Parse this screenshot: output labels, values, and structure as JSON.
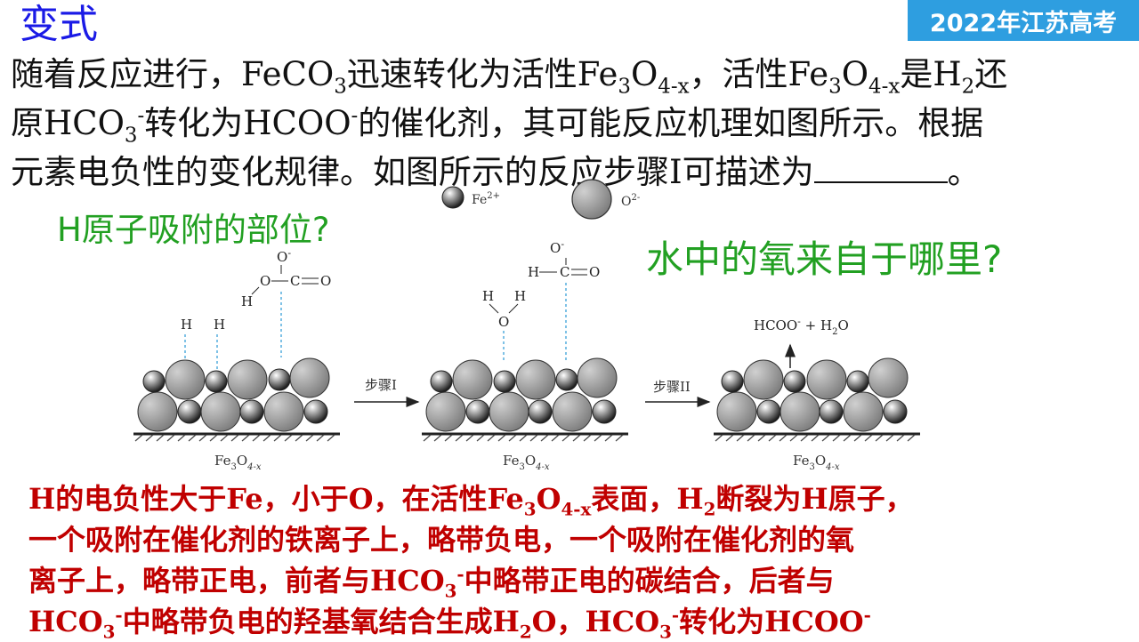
{
  "title": "变式",
  "badge": "2022年江苏高考",
  "question": {
    "l1_a": "随着反应进行，FeCO",
    "l1_b": "3",
    "l1_c": "迅速转化为活性Fe",
    "l1_d": "3",
    "l1_e": "O",
    "l1_f": "4-x",
    "l1_g": "，活性Fe",
    "l1_h": "3",
    "l1_i": "O",
    "l1_j": "4-x",
    "l1_k": "是H",
    "l1_l": "2",
    "l1_m": "还",
    "l2_a": "原HCO",
    "l2_b": "3",
    "l2_c": "-",
    "l2_d": "转化为HCOO",
    "l2_e": "-",
    "l2_f": "的催化剂，其可能反应机理如图所示。根据",
    "l3_a": "元素电负性的变化规律。如图所示的反应步骤I可描述为",
    "l3_b": "。"
  },
  "prompts": {
    "h_site": "H原子吸附的部位?",
    "water_o": "水中的氧来自于哪里?"
  },
  "diagram": {
    "legend_fe": "Fe",
    "legend_fe_sup": "2+",
    "legend_o": "O",
    "legend_o_sup": "2-",
    "h": "H",
    "o": "O",
    "c": "C",
    "o_minus": "O",
    "minus": "-",
    "step1": "步骤I",
    "step2": "步骤II",
    "product": "HCOO",
    "product_sup": "-",
    "product_plus": " + H",
    "product_sub": "2",
    "product_o": "O",
    "catalyst": "Fe",
    "catalyst_sub1": "3",
    "catalyst_o": "O",
    "catalyst_sub2": "4-x"
  },
  "answer": {
    "a1": "H的电负性大于Fe，小于O，在活性Fe",
    "a1_s1": "3",
    "a1_b": "O",
    "a1_s2": "4-x",
    "a1_c": "表面，H",
    "a1_s3": "2",
    "a1_d": "断裂为H原子，",
    "a2": "一个吸附在催化剂的铁离子上，略带负电，一个吸附在催化剂的氧",
    "a3_a": "离子上，略带正电，前者与HCO",
    "a3_s1": "3",
    "a3_sup1": "-",
    "a3_b": "中略带正电的碳结合，后者与",
    "a4_a": "HCO",
    "a4_s1": "3",
    "a4_sup1": "-",
    "a4_b": "中略带负电的羟基氧结合生成H",
    "a4_s2": "2",
    "a4_c": "O，HCO",
    "a4_s3": "3",
    "a4_sup2": "-",
    "a4_d": "转化为HCOO",
    "a4_sup3": "-"
  }
}
